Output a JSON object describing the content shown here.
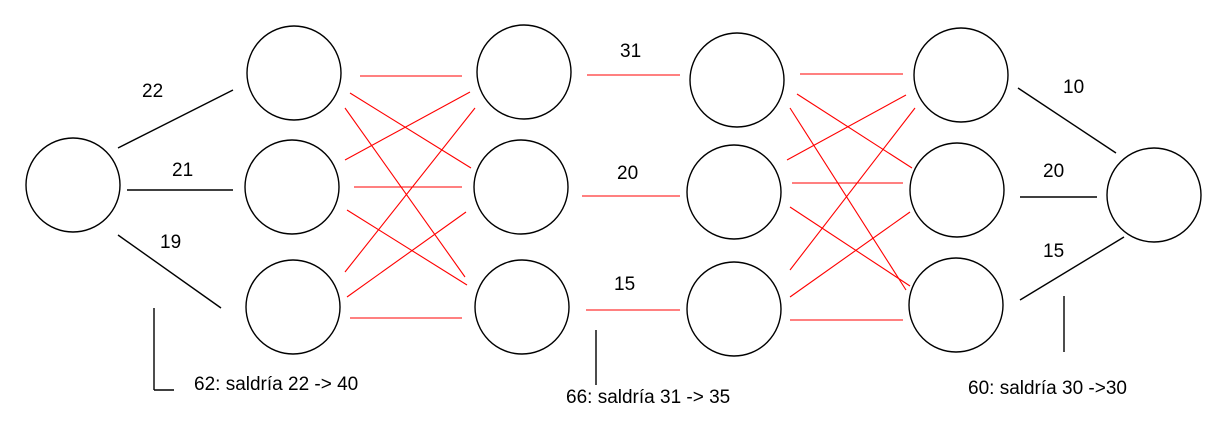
{
  "diagram": {
    "colors": {
      "node_stroke": "#000000",
      "cross_edges": "#ff0000",
      "io_edges": "#000000"
    },
    "left_edge_labels": [
      "22",
      "21",
      "19"
    ],
    "middle_edge_labels": [
      "31",
      "20",
      "15"
    ],
    "right_edge_labels": [
      "10",
      "20",
      "15"
    ],
    "notes": [
      "62: saldría 22 -> 40",
      "66: saldría 31 -> 35",
      "60: saldría 30 ->30"
    ]
  }
}
